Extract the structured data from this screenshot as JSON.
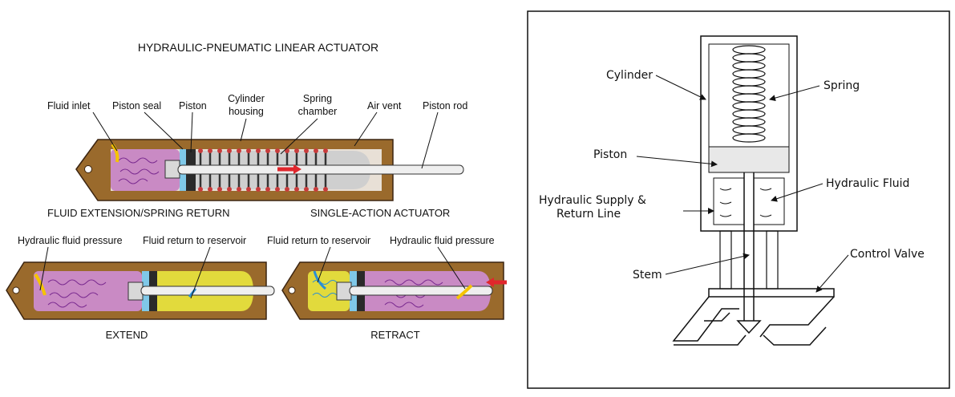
{
  "left_diagram": {
    "title": "HYDRAULIC-PNEUMATIC LINEAR ACTUATOR",
    "top_labels": {
      "fluid_inlet": "Fluid inlet",
      "piston_seal": "Piston seal",
      "piston": "Piston",
      "cylinder_housing_1": "Cylinder",
      "cylinder_housing_2": "housing",
      "spring_chamber_1": "Spring",
      "spring_chamber_2": "chamber",
      "air_vent": "Air vent",
      "piston_rod": "Piston rod"
    },
    "caption_left": "FLUID EXTENSION/SPRING RETURN",
    "caption_right": "SINGLE-ACTION ACTUATOR",
    "bottom_labels": {
      "hyd_pressure_left": "Hydraulic fluid pressure",
      "return_left": "Fluid return to reservoir",
      "return_right": "Fluid return to reservoir",
      "hyd_pressure_right": "Hydraulic fluid pressure"
    },
    "extend": "EXTEND",
    "retract": "RETRACT",
    "colors": {
      "housing": "#9a6a2c",
      "fluid": "#c98ac4",
      "air": "#e2da3c",
      "seal": "#7fc8e8",
      "spring": "#c83c3c",
      "arrow_red": "#e0262c",
      "arrow_yellow": "#f5c400"
    }
  },
  "right_diagram": {
    "cylinder": "Cylinder",
    "spring": "Spring",
    "piston": "Piston",
    "hydraulic_fluid": "Hydraulic Fluid",
    "supply_1": "Hydraulic Supply &",
    "supply_2": "Return Line",
    "stem": "Stem",
    "control_valve": "Control Valve"
  }
}
